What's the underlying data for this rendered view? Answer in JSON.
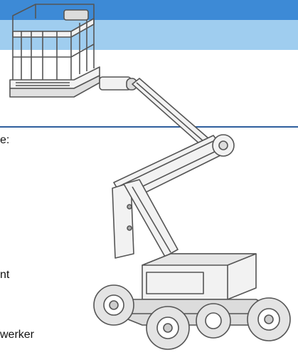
{
  "text_fragments": [
    "e:",
    "nt",
    "werker"
  ],
  "colors": {
    "band_top": "#3d8ad6",
    "band_mid": "#9fcdef",
    "rule": "#2f5f9e",
    "line_art": "#555555"
  },
  "image": {
    "subject": "boom-lift-illustration"
  }
}
